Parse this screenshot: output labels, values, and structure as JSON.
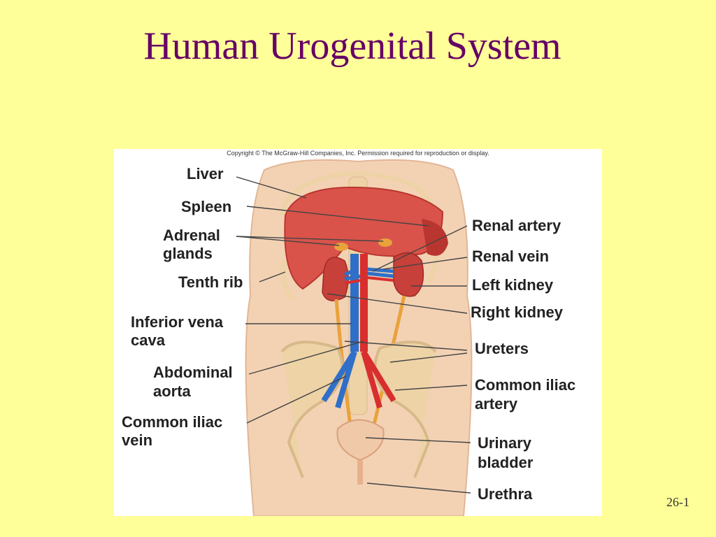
{
  "slide": {
    "title": "Human Urogenital System",
    "number": "26-1"
  },
  "figure": {
    "copyright": "Copyright © The McGraw-Hill Companies, Inc. Permission required for reproduction or display.",
    "labels": {
      "liver": "Liver",
      "spleen": "Spleen",
      "adrenal_glands_1": "Adrenal",
      "adrenal_glands_2": "glands",
      "tenth_rib": "Tenth rib",
      "inferior_vena_cava_1": "Inferior vena",
      "inferior_vena_cava_2": "cava",
      "abdominal_aorta_1": "Abdominal",
      "abdominal_aorta_2": "aorta",
      "common_iliac_vein_1": "Common iliac",
      "common_iliac_vein_2": "vein",
      "renal_artery": "Renal artery",
      "renal_vein": "Renal vein",
      "left_kidney": "Left kidney",
      "right_kidney": "Right kidney",
      "ureters": "Ureters",
      "common_iliac_artery_1": "Common iliac",
      "common_iliac_artery_2": "artery",
      "urinary_bladder_1": "Urinary",
      "urinary_bladder_2": "bladder",
      "urethra": "Urethra"
    },
    "colors": {
      "skin": "#F3D2B4",
      "organ": "#D9534A",
      "organ_dark": "#B8362F",
      "vein": "#2F6FC9",
      "artery": "#D92E2E",
      "ureter": "#E9A23B",
      "bone": "#EDD3A6"
    }
  }
}
